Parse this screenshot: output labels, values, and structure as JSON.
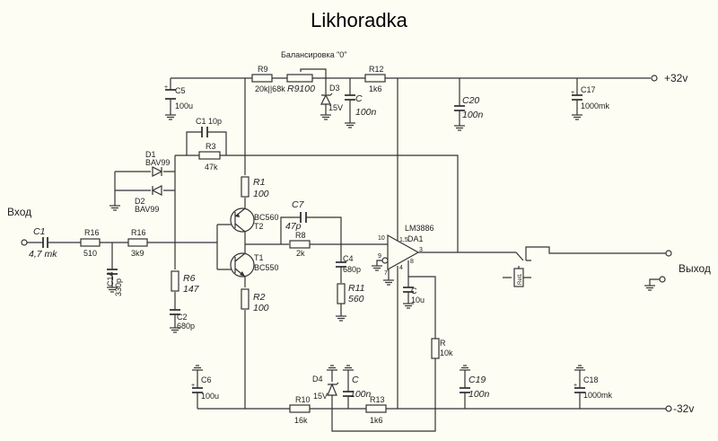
{
  "title": "Likhoradka",
  "balance_label": "Балансировка \"0\"",
  "input_label": "Вход",
  "output_label": "Выход",
  "vpos": "+32v",
  "vneg": "-32v",
  "parts": {
    "C5": {
      "name": "C5",
      "value": "100u"
    },
    "R9": {
      "name": "R9",
      "value": "20k||68k"
    },
    "R9pot": {
      "name": "R9100"
    },
    "D3": {
      "name": "D3",
      "value": "15V"
    },
    "Ctop": {
      "name": "C",
      "value": "100n"
    },
    "R12": {
      "name": "R12",
      "value": "1k6"
    },
    "C20": {
      "name": "C20",
      "value": "100n"
    },
    "C17": {
      "name": "C17",
      "value": "1000mk"
    },
    "C1fb": {
      "name": "C1  10p"
    },
    "R3": {
      "name": "R3",
      "value": "47k"
    },
    "D1": {
      "name": "D1",
      "value": "BAV99"
    },
    "D2": {
      "name": "D2",
      "value": "BAV99"
    },
    "R1": {
      "name": "R1",
      "value": "100"
    },
    "T2": {
      "name": "T2",
      "value": "BC560"
    },
    "T1": {
      "name": "T1",
      "value": "BC550"
    },
    "C7": {
      "name": "C7",
      "value": "47p"
    },
    "R8": {
      "name": "R8",
      "value": "2k"
    },
    "C4": {
      "name": "C4",
      "value": "680p"
    },
    "R11": {
      "name": "R11",
      "value": "560"
    },
    "C1in": {
      "name": "C1",
      "value": "4,7 mk"
    },
    "R16a": {
      "name": "R16",
      "value": "510"
    },
    "R16b": {
      "name": "R16",
      "value": "3k9"
    },
    "C14": {
      "name": "C14",
      "value": "330p"
    },
    "R6": {
      "name": "R6",
      "value": "147"
    },
    "C2": {
      "name": "C2",
      "value": "680p"
    },
    "R2": {
      "name": "R2",
      "value": "100"
    },
    "DA1": {
      "name": "DA1",
      "value": "LM3886",
      "pins": {
        "p10": "10",
        "p15": "1,5",
        "p3": "3",
        "p9": "9",
        "p7": "7",
        "p4": "4",
        "p8": "8"
      }
    },
    "Cpin8": {
      "name": "C",
      "value": "10u"
    },
    "R": {
      "name": "R",
      "value": "10k"
    },
    "Rel1": {
      "name": "Rel1"
    },
    "C6": {
      "name": "C6",
      "value": "100u"
    },
    "R10": {
      "name": "R10",
      "value": "16k"
    },
    "D4": {
      "name": "D4",
      "value": "15V"
    },
    "Cbot": {
      "name": "C",
      "value": "100n"
    },
    "R13": {
      "name": "R13",
      "value": "1k6"
    },
    "C19": {
      "name": "C19",
      "value": "100n"
    },
    "C18": {
      "name": "C18",
      "value": "1000mk"
    }
  }
}
